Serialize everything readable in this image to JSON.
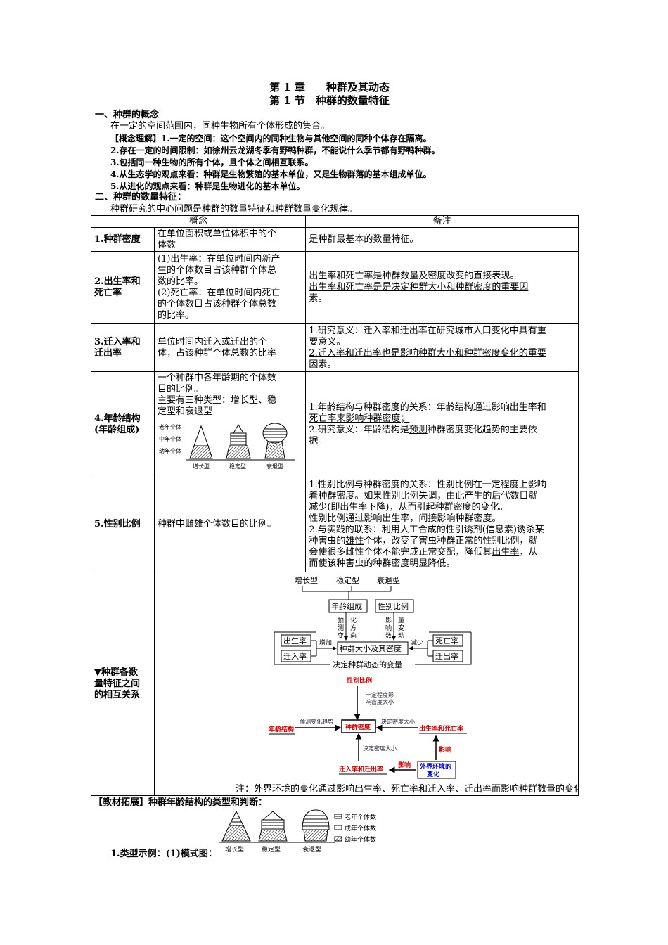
{
  "header": {
    "chapter": "第 1 章　　种群及其动态",
    "section": "第 1 节　种群的数量特征"
  },
  "part1": {
    "heading": "一、种群的概念",
    "definition": "在一定的空间范围内，同种生物所有个体形成的集合。",
    "notes": [
      "【概念理解】1.一定的空间：这个空间内的同种生物与其他空间的同种个体存在隔离。",
      "2.存在一定的时间限制：如徐州云龙湖冬季有野鸭种群，不能说什么季节都有野鸭种群。",
      "3.包括同一种生物的所有个体，且个体之间相互联系。",
      "4.从生态学的观点来看：种群是生物繁殖的基本单位，又是生物群落的基本组成单位。",
      "5.从进化的观点来看：种群是生物进化的基本单位。"
    ]
  },
  "part2": {
    "heading": "二、种群的数量特征：",
    "intro": "种群研究的中心问题是种群的数量特征和种群数量变化规律。"
  },
  "table": {
    "col_concept": "概念",
    "col_note": "备注",
    "rows": [
      {
        "name": "1.种群密度",
        "concept": [
          "在单位面积或单位体积中的个",
          "体数"
        ],
        "note": [
          "是种群最基本的数量特征。"
        ]
      },
      {
        "name": [
          "2.出生率和",
          "死亡率"
        ],
        "concept": [
          "(1)出生率：在单位时间内新产",
          "生的个体数目占该种群个体总",
          "数的比率。",
          "(2)死亡率：在单位时间内死亡",
          "的个体数目占该种群个体总数",
          "的比率。"
        ],
        "note": [
          "出生率和死亡率是种群数量及密度改变的直接表现。",
          "出生率和死亡率是是决定种群大小和种群密度的重要因",
          "素。"
        ]
      },
      {
        "name": [
          "3.迁入率和",
          "迁出率"
        ],
        "concept": [
          "单位时间内迁入或迁出的个",
          "体，占该种群个体总数的比率"
        ],
        "note": [
          "1.研究意义：迁入率和迁出率在研究城市人口变化中具有重",
          "要意义。",
          "2.迁入率和迁出率也是影响种群大小和种群密度变化的重要",
          "因素。"
        ]
      },
      {
        "name": [
          "4.年龄结构",
          "(年龄组成)"
        ],
        "concept": [
          "一个种群中各年龄期的个体数",
          "目的比例。",
          "主要有三种类型：增长型、稳",
          "定型和衰退型"
        ],
        "pyramid_labels": [
          "老年个体",
          "中年个体",
          "幼年个体"
        ],
        "pyramid_types": [
          "增长型",
          "稳定型",
          "衰退型"
        ],
        "note": [
          "1.年龄结构与种群密度的关系：年龄结构通过影响出生率和",
          "死亡率来影响种群密度；",
          "2.研究意义：年龄结构是预测种群密度变化趋势的主要依",
          "据。"
        ]
      },
      {
        "name": "5.性别比例",
        "concept": [
          "种群中雌雄个体数目的比例。"
        ],
        "note": [
          "1.性别比例与种群密度的关系：性别比例在一定程度上影响",
          "着种群密度。如果性别比例失调，由此产生的后代数目就",
          "减少(即出生率下降)，从而引起种群密度的变化。",
          "性别比例通过影响出生率，间接影响种群密度。",
          "2.与实践的联系：利用人工合成的性引诱剂(信息素)诱杀某",
          "种害虫的雄性个体，改变了害虫种群正常的性别比例，就",
          "会使很多雌性个体不能完成正常交配，降低其出生率，从",
          "而使该种害虫的种群密度明显降低。"
        ]
      },
      {
        "name": [
          "▼种群各数",
          "量特征之间",
          "的相互关系"
        ],
        "diagram1": {
          "types": [
            "增长型",
            "稳定型",
            "衰退型"
          ],
          "age": "年龄组成",
          "sex": "性别比例",
          "predict": [
            "预",
            "测",
            "变"
          ],
          "direction": [
            "化",
            "方",
            "向"
          ],
          "affect": [
            "影",
            "响",
            "数"
          ],
          "quantity": [
            "量",
            "变",
            "动"
          ],
          "birth": "出生率",
          "death": "死亡率",
          "in": "迁入率",
          "out": "迁出率",
          "increase": "增加",
          "decrease": "减少",
          "center": "种群大小及其密度",
          "bottom": "决定种群动态的变量"
        },
        "diagram2": {
          "sex": "性别比例",
          "sex_note": [
            "一定程度影",
            "响密度大小"
          ],
          "age": "年龄结构",
          "age_note": "预测变化趋势",
          "density": "种群密度",
          "birth_death": "出生率和死亡率",
          "bd_note": "决定密度大小",
          "migration": "迁入率和迁出率",
          "mig_note": "决定密度大小",
          "env": [
            "外界环境的",
            "变化"
          ],
          "affect": "影响"
        },
        "footnote": "注：外界环境的变化通过影响出生率、死亡率和迁入率、迁出率而影响种群数量的变化。"
      }
    ]
  },
  "extension": {
    "heading": "【教材拓展】种群年龄结构的类型和判断：",
    "example": "1.类型示例：(1)模式图：",
    "types": [
      "增长型",
      "稳定型",
      "衰退型"
    ],
    "legend": [
      "老年个体数",
      "成年个体数",
      "幼年个体数"
    ]
  }
}
